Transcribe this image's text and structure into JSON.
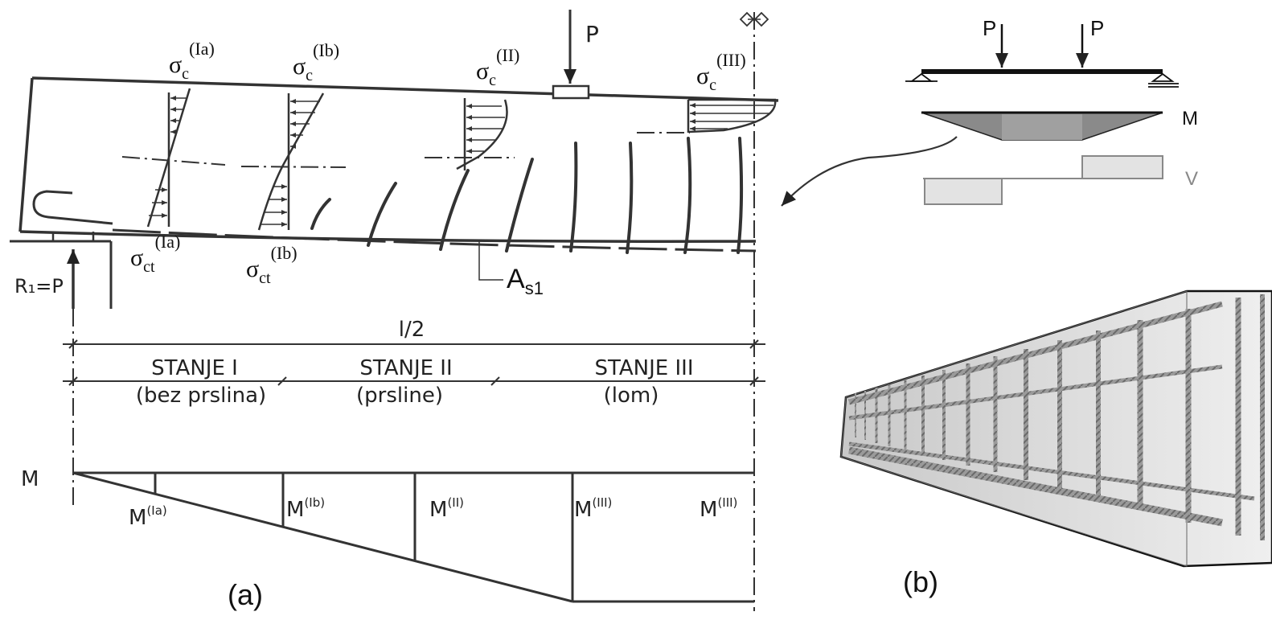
{
  "panel_a": {
    "load": "P",
    "reaction": "R₁=P",
    "stresses": {
      "c_Ia": {
        "sym": "σ",
        "sub": "c",
        "sup": "(Ia)"
      },
      "c_Ib": {
        "sym": "σ",
        "sub": "c",
        "sup": "(Ib)"
      },
      "c_II": {
        "sym": "σ",
        "sub": "c",
        "sup": "(II)"
      },
      "c_III": {
        "sym": "σ",
        "sub": "c",
        "sup": "(III)"
      },
      "ct_Ia": {
        "sym": "σ",
        "sub": "ct",
        "sup": "(Ia)"
      },
      "ct_Ib": {
        "sym": "σ",
        "sub": "ct",
        "sup": "(Ib)"
      }
    },
    "reinforcement": {
      "base": "A",
      "sub": "s1"
    },
    "half_span": "l/2",
    "states": [
      {
        "title": "STANJE I",
        "note": "(bez prslina)"
      },
      {
        "title": "STANJE II",
        "note": "(prsline)"
      },
      {
        "title": "STANJE III",
        "note": "(lom)"
      }
    ],
    "moment_label": "M",
    "moments": [
      {
        "base": "M",
        "sup": "(Ia)"
      },
      {
        "base": "M",
        "sup": "(Ib)"
      },
      {
        "base": "M",
        "sup": "(II)"
      },
      {
        "base": "M",
        "sup": "(III)"
      },
      {
        "base": "M",
        "sup": "(III)"
      }
    ],
    "caption": "(a)"
  },
  "panel_b": {
    "loads": [
      "P",
      "P"
    ],
    "moment_label": "M",
    "shear_label": "V",
    "caption": "(b)"
  }
}
